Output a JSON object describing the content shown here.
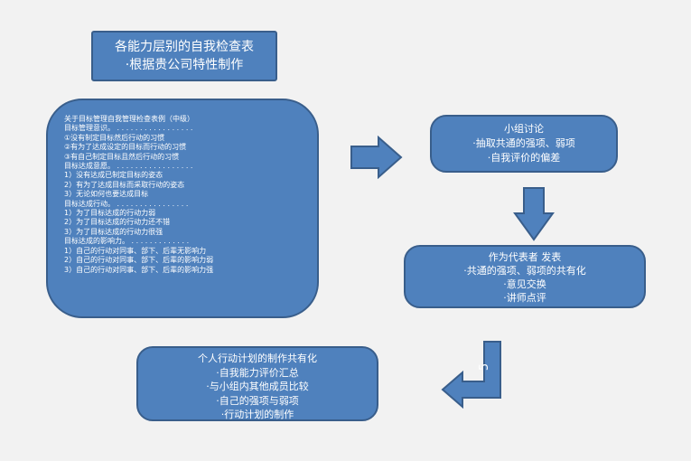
{
  "title_box": {
    "line1": "各能力层别的自我检查表",
    "line2": "·根据贵公司特性制作"
  },
  "detail_box": {
    "lines": [
      "关于目标管理自我管理检查表例（中级）",
      "目标管理意识。 . . . . . . . . . . . . . . . . .",
      "①没有制定目标然后行动的习惯",
      "②有为了达成设定的目标而行动的习惯",
      "③有自己制定目标且然后行动的习惯",
      "目标达成意愿。 . . . . . . . . . . . . . . . . .",
      "1）没有达成已制定目标的姿态",
      "2）有为了达成目标而采取行动的姿态",
      "3）无论如何也要达成目标",
      "目标达成行动。 . . . . . . . . . . . . . . . .",
      "1）为了目标达成的行动力弱",
      "2）为了目标达成的行动力还不错",
      "3）为了目标达成的行动力很强",
      "目标达成的影响力。 . . . . . . . . . . . . .",
      "1）自己的行动对同事、部下、后辈无影响力",
      "2）自己的行动对同事、部下、后辈的影响力弱",
      "3）自己的行动对同事、部下、后辈的影响力强"
    ]
  },
  "group_box": {
    "line1": "小组讨论",
    "line2": "·抽取共通的强项、弱项",
    "line3": "·自我评价的偏差"
  },
  "rep_box": {
    "line1": "作为代表者 发表",
    "line2": "·共通的强项、弱项的共有化",
    "line3": "·意见交换",
    "line4": "·讲师点评"
  },
  "plan_box": {
    "line1": "个人行动计划的制作共有化",
    "line2": "·自我能力评价汇总",
    "line3": "·与小组内其他成员比较",
    "line4": "·自己的强项与弱项",
    "line5": "·行动计划的制作"
  },
  "step_number": "5",
  "colors": {
    "box_fill": "#4f81bd",
    "box_border": "#395e8b",
    "background": "#f2f2f2"
  }
}
